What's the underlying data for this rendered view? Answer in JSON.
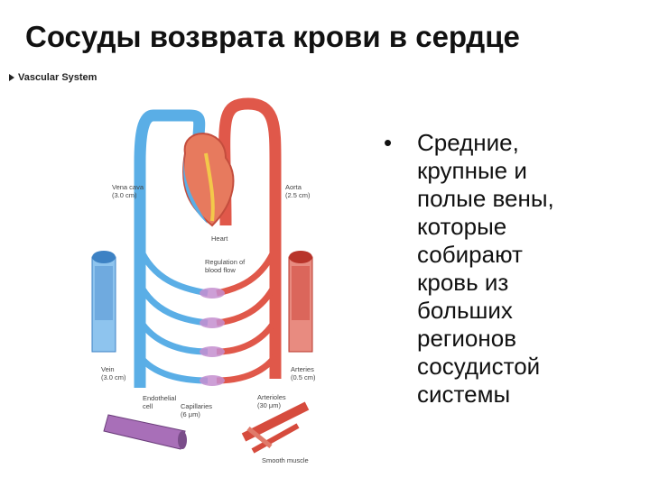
{
  "slide": {
    "title": "Сосуды возврата крови в сердце",
    "figure_caption": "Vascular System",
    "bullet_marker": "•",
    "bullet_text": "Средние,\nкрупные и\nполые вены,\nкоторые\nсобирают\nкровь из\nбольших\nрегионов\nсосудистой\nсистемы"
  },
  "diagram": {
    "labels": {
      "vena_cava": "Vena cava\n(3.0 cm)",
      "aorta": "Aorta\n(2.5 cm)",
      "heart": "Heart",
      "regulation": "Regulation of\nblood flow",
      "vein": "Vein\n(3.0 cm)",
      "arteries": "Arteries\n(0.5 cm)",
      "arterioles": "Arterioles\n(30 μm)",
      "endothelial": "Endothelial\ncell",
      "capillaries": "Capillaries\n(6 μm)",
      "smooth_muscle": "Smooth muscle"
    },
    "colors": {
      "venous": "#5aaee6",
      "arterial": "#e0584a",
      "capillary": "#c58fd0"
    }
  }
}
